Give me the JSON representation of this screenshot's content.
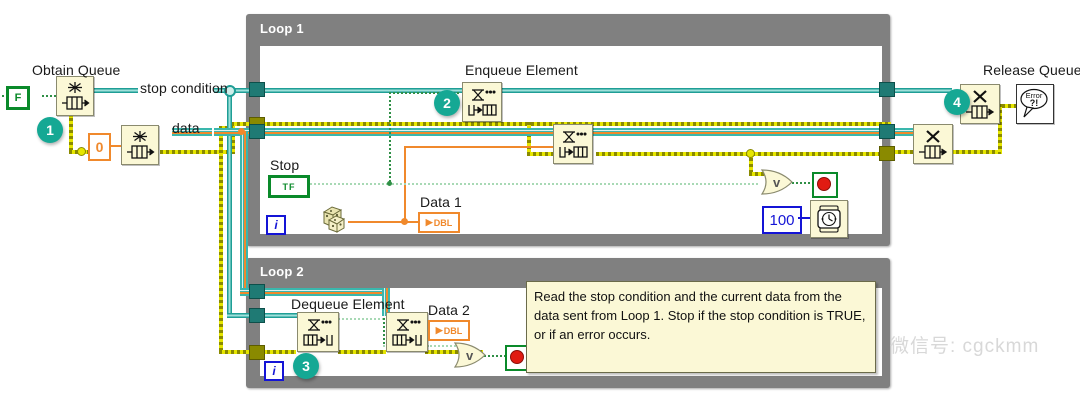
{
  "diagram": {
    "type": "labview-block-diagram",
    "title": "Queue-based producer/consumer loops"
  },
  "labels": {
    "obtain_queue": "Obtain Queue",
    "enqueue_element": "Enqueue Element",
    "release_queue": "Release Queue",
    "dequeue_element": "Dequeue Element",
    "stop_condition": "stop condition",
    "data": "data",
    "stop": "Stop",
    "data1": "Data 1",
    "data2": "Data 2"
  },
  "loops": [
    {
      "name": "loop1",
      "title": "Loop 1"
    },
    {
      "name": "loop2",
      "title": "Loop 2"
    }
  ],
  "constants": {
    "false_constant": "F",
    "zero_constant": "0",
    "wait_ms": "100",
    "iteration_terminal": "i",
    "boolean_tf": "TF",
    "dbl_indicator": "DBL"
  },
  "badges": [
    {
      "id": 1,
      "label": "1"
    },
    {
      "id": 2,
      "label": "2"
    },
    {
      "id": 3,
      "label": "3"
    },
    {
      "id": 4,
      "label": "4"
    }
  ],
  "comment": {
    "text": "Read the stop condition and the current data from the data sent from Loop 1. Stop if the stop condition is TRUE, or if an error occurs."
  },
  "error_handler": {
    "line1": "Error",
    "line2": "?!"
  },
  "watermark": {
    "text": "微信号: cgckmm"
  },
  "colors": {
    "badge": "#15a894",
    "loop_frame": "#808080",
    "node_fill": "#fbf8d6",
    "error_wire": "#b3b300",
    "queue_wire": "#1f9e96",
    "numeric_wire": "#f0892c",
    "boolean_wire": "#2f8f46",
    "canvas": "#ffffff"
  }
}
